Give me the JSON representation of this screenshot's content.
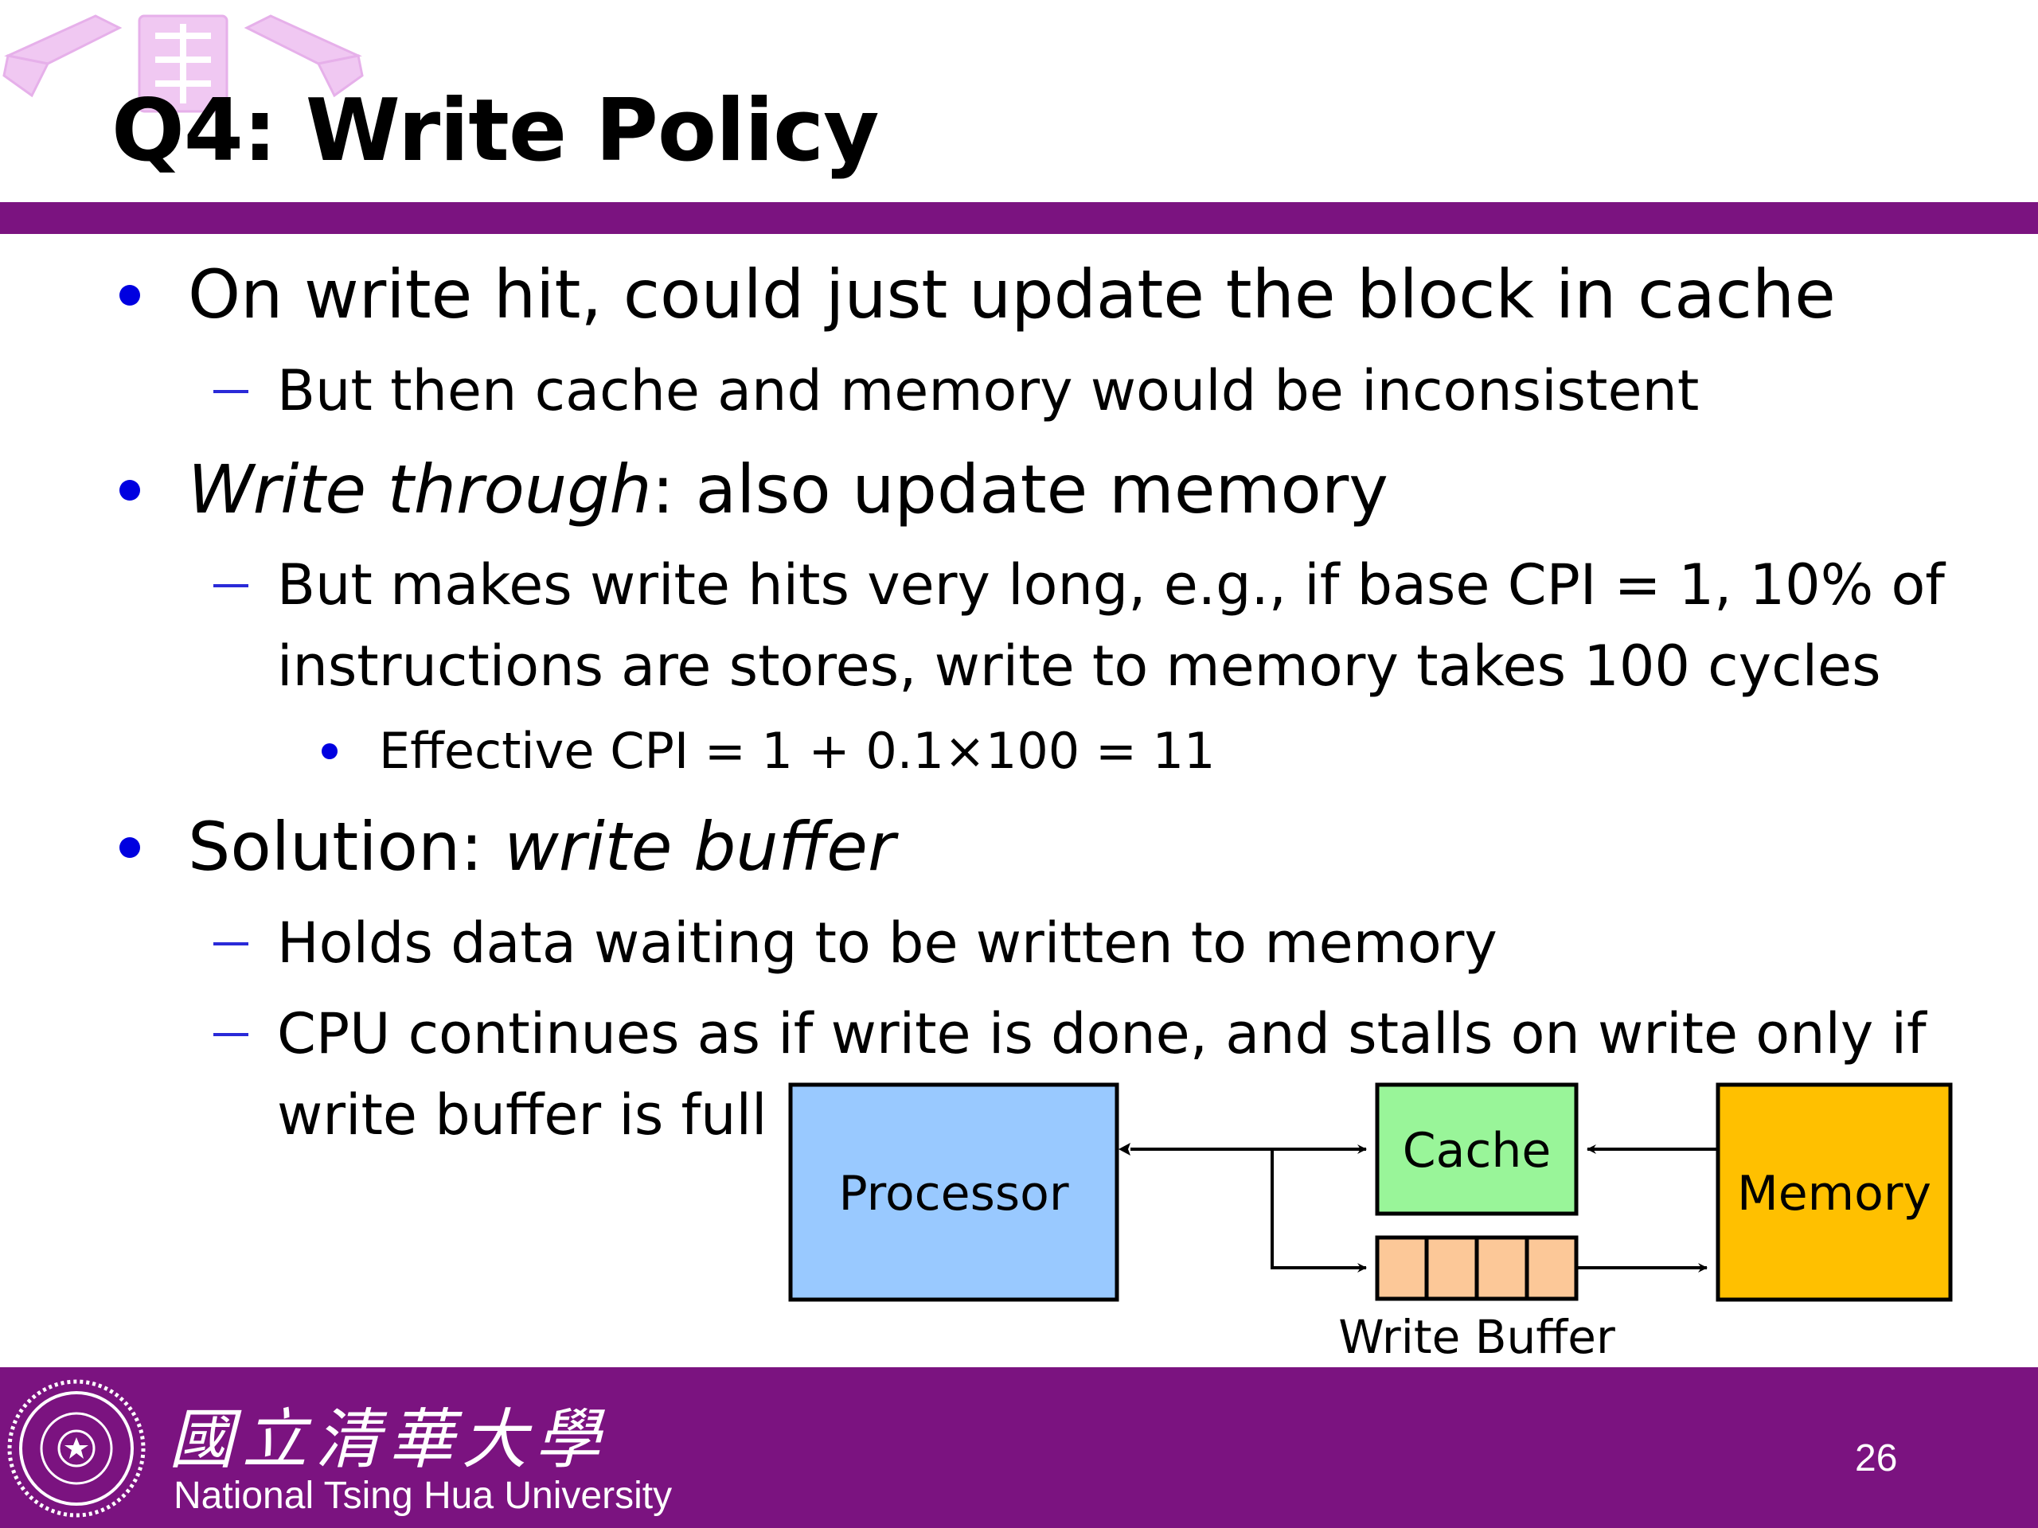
{
  "slide": {
    "title": "Q4: Write Policy",
    "page_number": "26"
  },
  "bullets": {
    "b1": "On write hit, could just update the block in cache",
    "b1_sub1": "But then cache and memory would be inconsistent",
    "b2_italic": "Write through",
    "b2_rest": ": also update memory",
    "b2_sub1_line1": "But makes write hits very long, e.g., if base CPI = 1, 10% of",
    "b2_sub1_line2": "instructions are stores, write to memory takes 100 cycles",
    "b2_sub1_sub1": "Effective CPI = 1 + 0.1×100 = 11",
    "b3_plain": "Solution: ",
    "b3_italic": "write buffer",
    "b3_sub1": "Holds data waiting to be written to memory",
    "b3_sub2_line1": "CPU continues as if write is done, and stalls on write only if",
    "b3_sub2_line2": "write buffer is full"
  },
  "diagram": {
    "processor": "Processor",
    "cache": "Cache",
    "memory": "Memory",
    "write_buffer": "Write Buffer",
    "colors": {
      "processor": "#99c9ff",
      "cache": "#99f599",
      "memory": "#ffc000",
      "write_buffer": "#fcc898"
    }
  },
  "footer": {
    "university_cn": "國立清華大學",
    "university_en": "National Tsing Hua University"
  },
  "theme": {
    "accent": "#7b1380",
    "bullet": "#0000e0"
  }
}
